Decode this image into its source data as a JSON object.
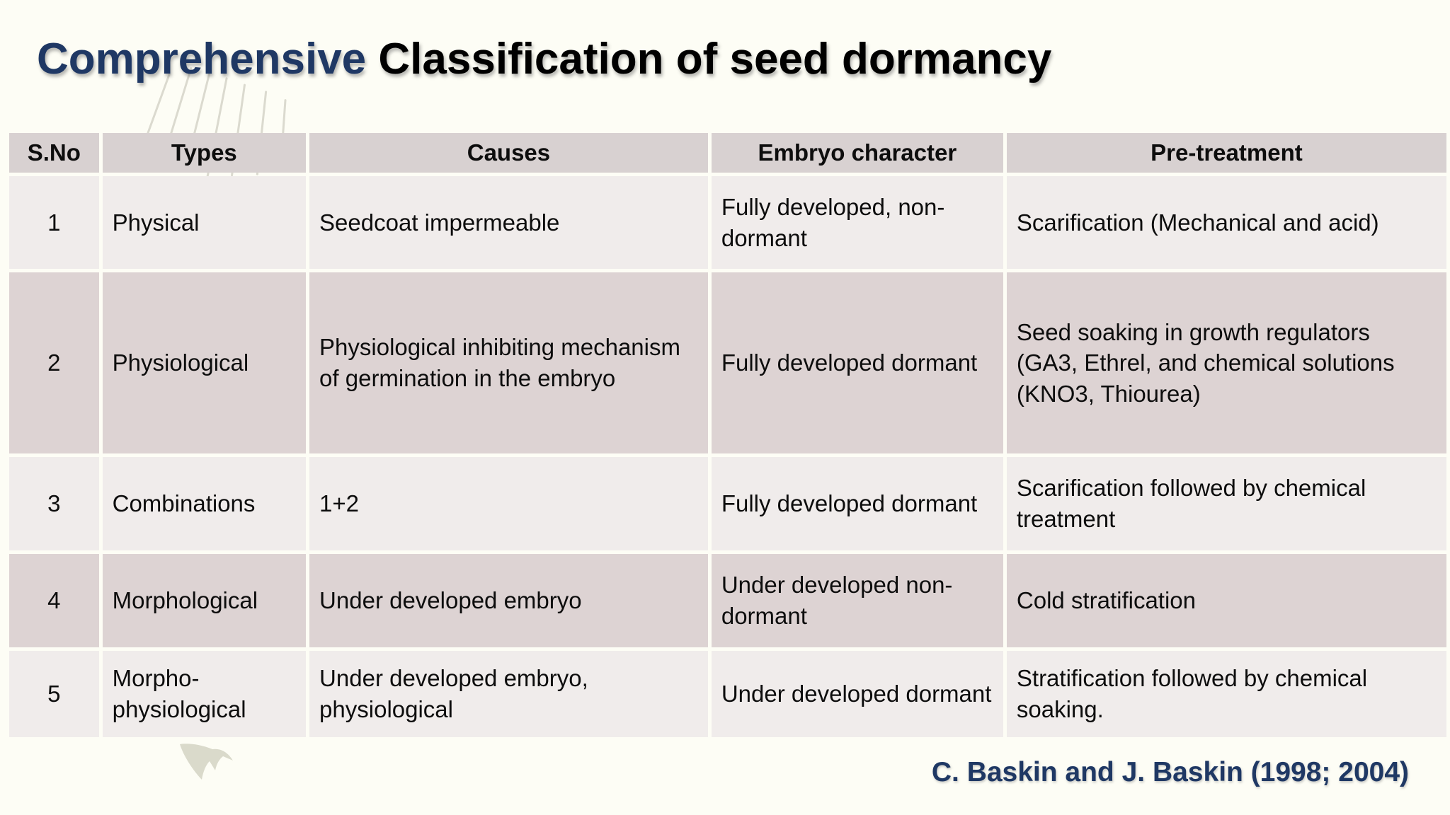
{
  "slide": {
    "title": {
      "highlight": "Comprehensive",
      "rest": " Classification of seed dormancy"
    },
    "citation": "C. Baskin and J. Baskin (1998; 2004)",
    "colors": {
      "background": "#fdfdf5",
      "title_highlight": "#1f3864",
      "title_rest": "#000000",
      "header_bg": "#d8d1d1",
      "row_light_bg": "#f0eceb",
      "row_dark_bg": "#ddd3d3",
      "citation_text": "#1f3864",
      "decoration": "#d6d6c6"
    },
    "icons": {
      "feather_strokes": "feather-strokes-decoration",
      "feather_tip": "feather-tip-decoration"
    }
  },
  "table": {
    "columns": [
      "S.No",
      "Types",
      "Causes",
      "Embryo character",
      "Pre-treatment"
    ],
    "rows": [
      [
        "1",
        "Physical",
        "Seedcoat impermeable",
        "Fully developed, non-dormant",
        "Scarification (Mechanical and acid)"
      ],
      [
        "2",
        "Physiological",
        "Physiological inhibiting mechanism of germination in the embryo",
        "Fully developed dormant",
        "Seed soaking in growth regulators (GA3, Ethrel, and chemical solutions (KNO3, Thiourea)"
      ],
      [
        "3",
        "Combinations",
        "1+2",
        "Fully developed dormant",
        "Scarification followed by chemical treatment"
      ],
      [
        "4",
        "Morphological",
        "Under developed embryo",
        "Under developed non-dormant",
        "Cold stratification"
      ],
      [
        "5",
        "Morpho-physiological",
        "Under developed embryo, physiological",
        "Under developed dormant",
        "Stratification followed by chemical soaking."
      ]
    ]
  }
}
